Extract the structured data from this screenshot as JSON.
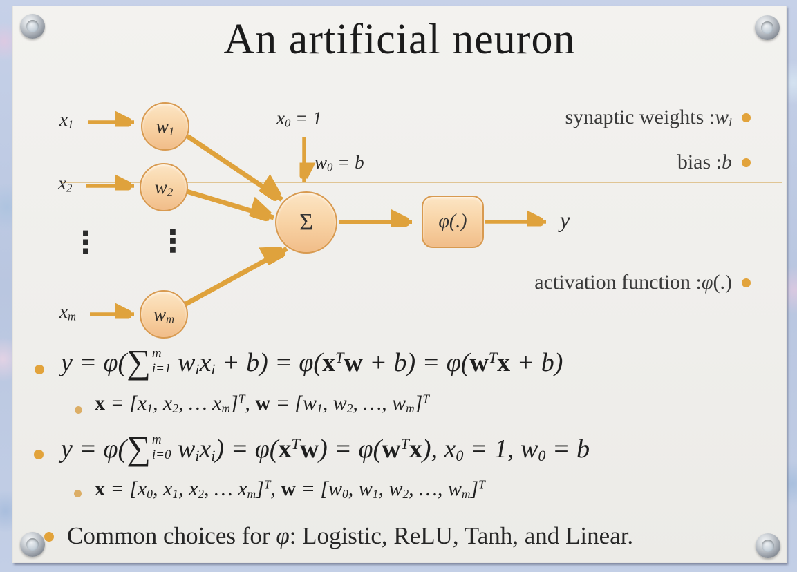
{
  "title": "An artificial neuron",
  "colors": {
    "accent_orange": "#dfa23c",
    "node_fill_top": "#fce5c4",
    "node_fill_bottom": "#f1bd89",
    "node_border": "#d89a50",
    "card_background": "#f0efec",
    "frame_blue": "#bfcbe3",
    "text": "#222222"
  },
  "diagram": {
    "inputs": [
      {
        "label": "x_{1}",
        "weight": "w_{1}"
      },
      {
        "label": "x_{2}",
        "weight": "w_{2}"
      },
      {
        "label": "x_{m}",
        "weight": "w_{m}"
      }
    ],
    "ellipsis": "⋮",
    "bias_input_label": "x_{0} = 1",
    "bias_weight_label": "w_{0} = b",
    "sum_label": "Σ",
    "activation_label": "φ(.)",
    "output_label": "y"
  },
  "annotations": [
    {
      "text": "synaptic weights :*w_{i}*"
    },
    {
      "text": "bias :*b*"
    },
    {
      "text": "activation function :*φ*(.)"
    }
  ],
  "bullets": {
    "line1": "y = φ(\\sum{m}{i=1} w_{i}x_{i} + b) = φ(**x**^{T}**w** + b) = φ(**w**^{T}**x** + b)",
    "line1_sub": "**x** = [x_{1}, x_{2}, … x_{m}]^{T}, **w** = [w_{1}, w_{2}, …, w_{m}]^{T}",
    "line2": "y = φ(\\sum{m}{i=0} w_{i}x_{i}) = φ(**x**^{T}**w**) = φ(**w**^{T}**x**), x_{0} = 1, w_{0} = b",
    "line2_sub": "**x** = [x_{0}, x_{1}, x_{2}, … x_{m}]^{T}, **w** = [w_{0}, w_{1}, w_{2}, …, w_{m}]^{T}",
    "line3": "Common choices for *φ*: Logistic, ReLU, Tanh, and Linear."
  }
}
